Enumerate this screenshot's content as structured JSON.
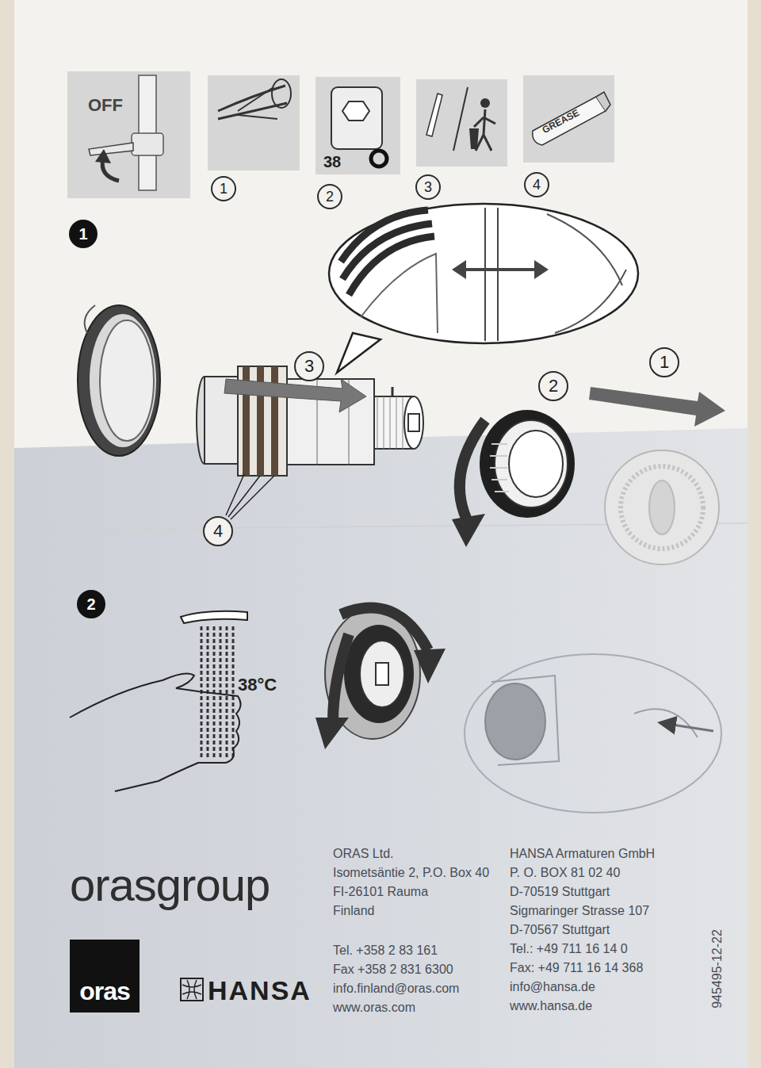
{
  "diagram": {
    "nodes": [
      {
        "text": [
          "OFF"
        ]
      },
      {
        "text": [
          "38"
        ]
      },
      {
        "text": [
          "GREASE"
        ]
      },
      {
        "text": [
          "1"
        ]
      },
      {
        "text": [
          "2"
        ]
      },
      {
        "text": [
          "3"
        ]
      },
      {
        "text": [
          "4"
        ]
      },
      {
        "text": [
          "1"
        ]
      },
      {
        "text": [
          "3"
        ]
      },
      {
        "text": [
          "2"
        ]
      },
      {
        "text": [
          "1"
        ]
      },
      {
        "text": [
          "4"
        ]
      },
      {
        "text": [
          "2"
        ]
      },
      {
        "text": [
          "oras"
        ]
      }
    ],
    "labels": [
      "38°C",
      "orasgroup",
      "HANSA",
      "ORAS Ltd.",
      "Isometsäntie 2, P.O. Box 40",
      "FI-26101 Rauma",
      "Finland",
      "Tel. +358 2 83 161",
      "Fax +358 2 831 6300",
      "info.finland@oras.com",
      "www.oras.com",
      "HANSA Armaturen GmbH",
      "P. O. BOX 81 02 40",
      "D-70519 Stuttgart",
      "Sigmaringer Strasse 107",
      "D-70567 Stuttgart",
      "Tel.: +49 711 16 14 0",
      "Fax: +49 711 16 14 368",
      "info@hansa.de",
      "www.hansa.de",
      "945495-12-22"
    ]
  }
}
